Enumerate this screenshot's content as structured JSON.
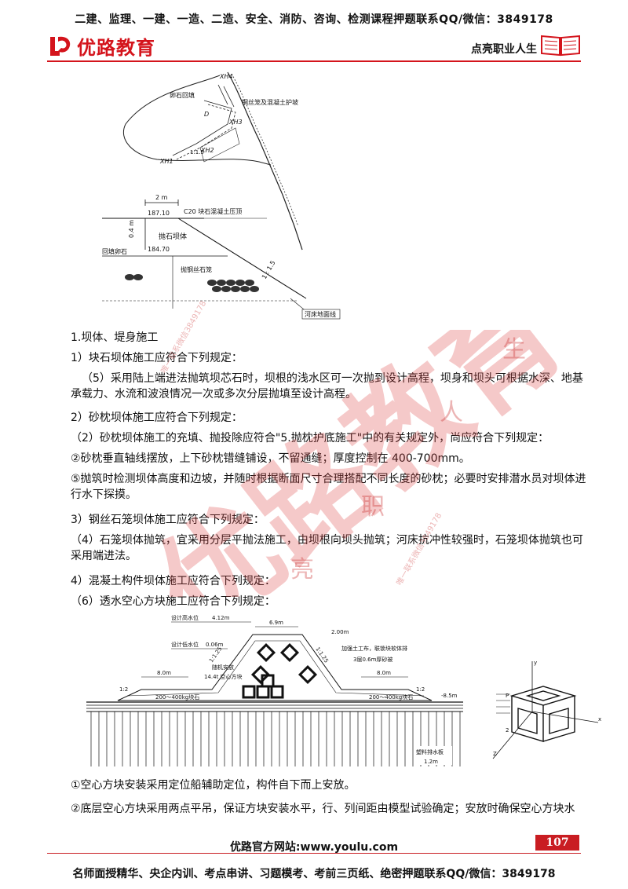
{
  "header": {
    "top_banner": "二建、监理、一建、一造、二造、安全、消防、咨询、检测课程押题联系QQ/微信：3849178",
    "logo_text": "优路教育",
    "slogan": "点亮职业人生"
  },
  "figure1": {
    "labels": {
      "xh4": "XH4",
      "backfill": "卵石回填",
      "gabion_concrete": "钢丝笼及混凝土护坡",
      "xh3": "XH3",
      "xh2": "XH2",
      "xh1": "XH1",
      "d": "D",
      "slope_small": "1:1.5",
      "width": "2 m",
      "elev_top": "187.10",
      "c20": "C20 块石混凝土压顶",
      "height": "0.4 m",
      "rubble_body": "抛石坝体",
      "backfill_pebble": "回填卵石",
      "elev_bottom": "184.70",
      "gabion_throw": "抛钢丝石笼",
      "slope": "1 : 1.5",
      "riverbed": "河床地面线"
    }
  },
  "content": {
    "p1": "1.坝体、堤身施工",
    "p2": "1）块石坝体施工应符合下列规定：",
    "p3": "（5）采用陆上端进法抛筑坝芯石时，坝根的浅水区可一次抛到设计高程，坝身和坝头可根据水深、地基承载力、水流和波浪情况一次或多次分层抛填至设计高程。",
    "p4": "2）砂枕坝体施工应符合下列规定：",
    "p5": "（2）砂枕坝体施工的充填、抛投除应符合\"5.抛枕护底施工\"中的有关规定外，尚应符合下列规定：",
    "p6": "②砂枕垂直轴线摆放，上下砂枕错缝铺设，不留通缝；厚度控制在 400-700mm。",
    "p7": "⑤抛筑时检测坝体高度和边坡，并随时根据断面尺寸合理搭配不同长度的砂枕；必要时安排潜水员对坝体进行水下探摸。",
    "p8": "3）钢丝石笼坝体施工应符合下列规定：",
    "p9": "（4）石笼坝体抛筑，宜采用分层平抛法施工，由坝根向坝头抛筑；河床抗冲性较强时，石笼坝体抛筑也可采用端进法。",
    "p10": "4）混凝土构件坝体施工应符合下列规定：",
    "p11": "（6）透水空心方块施工应符合下列规定：",
    "p12": "①空心方块安装采用定位船辅助定位，构件自下而上安放。",
    "p13": "②底层空心方块采用两点平吊，保证方块安装水平，行、列间距由模型试验确定；安放时确保空心方块水"
  },
  "figure2": {
    "labels": {
      "high_water": "设计高水位",
      "high_water_val": "4.12m",
      "top_width": "6.9m",
      "top_elev": "2.00m",
      "low_water": "设计低水位",
      "low_water_val": "0.06m",
      "geotextile": "加强土工布，联锁块软体排",
      "layer": "3层0.6m厚砂被",
      "left_berm": "8.0m",
      "right_berm": "8.0m",
      "random_place": "随机安放",
      "block": "14.4t 空心方块",
      "slope_left": "1:1.25",
      "slope_right": "1:1.25",
      "left_toe": "1:2",
      "right_toe": "1:2",
      "left_rock": "200～400kg块石",
      "right_rock": "200～400kg块石",
      "base_elev": "-8.5m",
      "drain": "塑料排水板",
      "drain_depth": "1.2m"
    }
  },
  "figure3": {
    "labels": {
      "z": "Z",
      "y": "y",
      "x": "x",
      "p": "P",
      "dim": "2"
    }
  },
  "watermark": {
    "big": "优路教育",
    "chars": [
      "亮",
      "职",
      "人",
      "生"
    ],
    "small1": "唯一联系微信3849178",
    "small2": "唯一联系微信3849178"
  },
  "footer": {
    "website": "优路官方网站:www.youlu.com",
    "page_number": "107",
    "bottom_banner": "名师面授精华、央企内训、考点串讲、习题模考、考前三页纸、绝密押题联系QQ/微信：3849178"
  },
  "colors": {
    "brand_red": "#d4141c",
    "page_tab": "#c91d22"
  }
}
